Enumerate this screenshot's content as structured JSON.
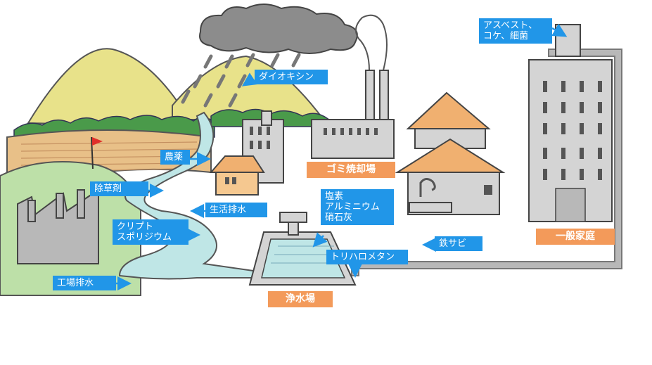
{
  "colors": {
    "contaminant_label": "#2196e8",
    "facility_label": "#f39a5a",
    "water": "#bfe6e6",
    "building": "#d4d4d4",
    "pipe": "#a0a0a0"
  },
  "facilities": {
    "incinerator": "ゴミ焼却場",
    "purification": "浄水場",
    "household": "一般家庭"
  },
  "contaminants": {
    "dioxin": "ダイオキシン",
    "asbestos": "アスベスト、\nコケ、細菌",
    "pesticide": "農薬",
    "herbicide": "除草剤",
    "domestic_waste": "生活排水",
    "crypto": "クリプト\nスポリジウム",
    "factory_waste": "工場排水",
    "chlorine": "塩素\nアルミニウム\n硝石灰",
    "trihalomethane": "トリハロメタン",
    "rust": "鉄サビ"
  },
  "icons": [
    "cloud-icon",
    "acid-rain-icon",
    "flag-icon",
    "arrow-icon"
  ]
}
